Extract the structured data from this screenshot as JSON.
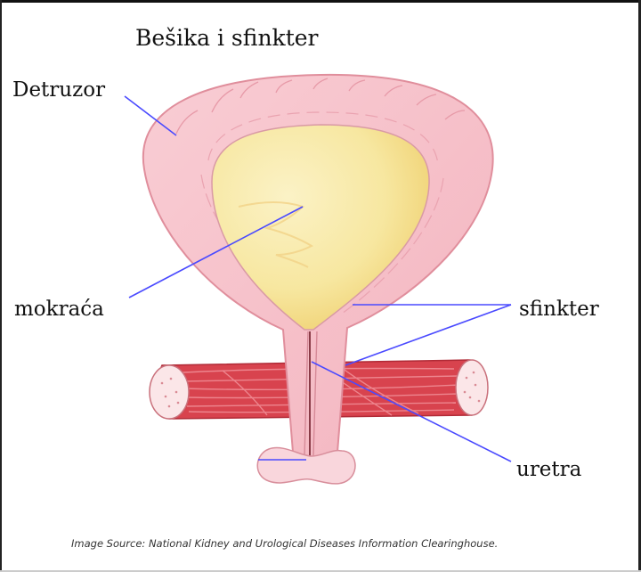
{
  "title": "Bešika i sfinkter",
  "labels": {
    "detruzor": "Detruzor",
    "mokraca": "mokraća",
    "sfinkter": "sfinkter",
    "uretra": "uretra"
  },
  "source": "Image Source: National Kidney and Urological Diseases Information Clearinghouse.",
  "colors": {
    "bladder_wall": "#f7c3cb",
    "bladder_wall_stroke": "#e1909e",
    "urine": "#f8e49a",
    "urine_highlight": "#fbf1c2",
    "muscle": "#d9454f",
    "muscle_end": "#fbe4e6",
    "pointer_line": "#4a4aff"
  }
}
